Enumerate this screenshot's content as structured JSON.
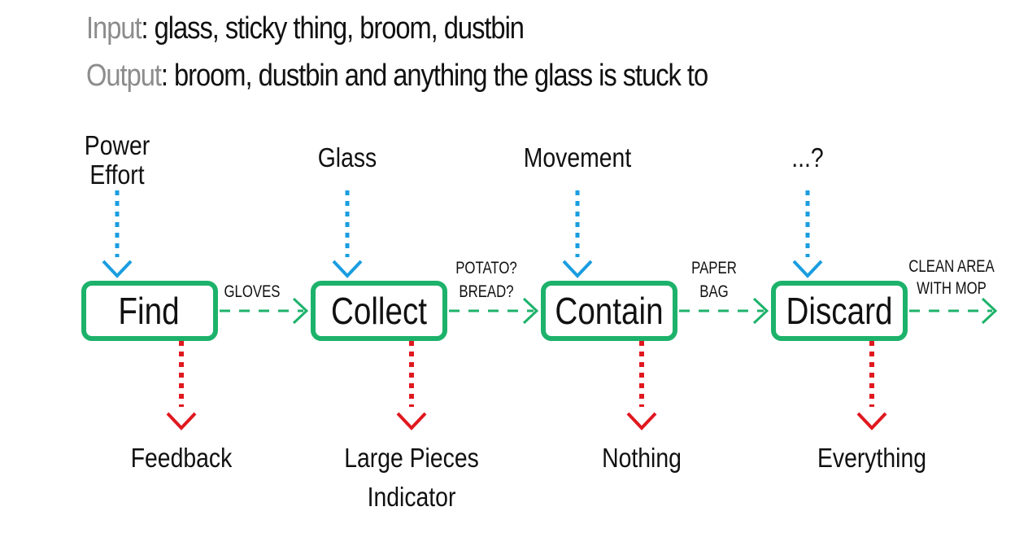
{
  "header": {
    "input_key": "Input",
    "input_value": ": glass, sticky thing, broom, dustbin",
    "output_key": "Output",
    "output_value": ": broom, dustbin and anything the glass is stuck to"
  },
  "colors": {
    "box_border": "#1db26b",
    "flow_arrow": "#1db26b",
    "input_arrow": "#1a9de0",
    "output_arrow": "#e0181f",
    "header_key": "#8c8c8c",
    "text": "#111111"
  },
  "steps": [
    {
      "label": "Find",
      "inputs": [
        "Power",
        "Effort"
      ],
      "outputs": [
        "Feedback"
      ]
    },
    {
      "label": "Collect",
      "inputs": [
        "Glass"
      ],
      "outputs": [
        "Large Pieces",
        "Indicator"
      ]
    },
    {
      "label": "Contain",
      "inputs": [
        "Movement"
      ],
      "outputs": [
        "Nothing"
      ]
    },
    {
      "label": "Discard",
      "inputs": [
        "...?"
      ],
      "outputs": [
        "Everything"
      ]
    }
  ],
  "connectors": [
    {
      "lines": [
        "GLOVES"
      ]
    },
    {
      "lines": [
        "POTATO?",
        "BREAD?"
      ]
    },
    {
      "lines": [
        "PAPER",
        "BAG"
      ]
    },
    {
      "lines": [
        "CLEAN AREA",
        "WITH MOP"
      ]
    }
  ]
}
